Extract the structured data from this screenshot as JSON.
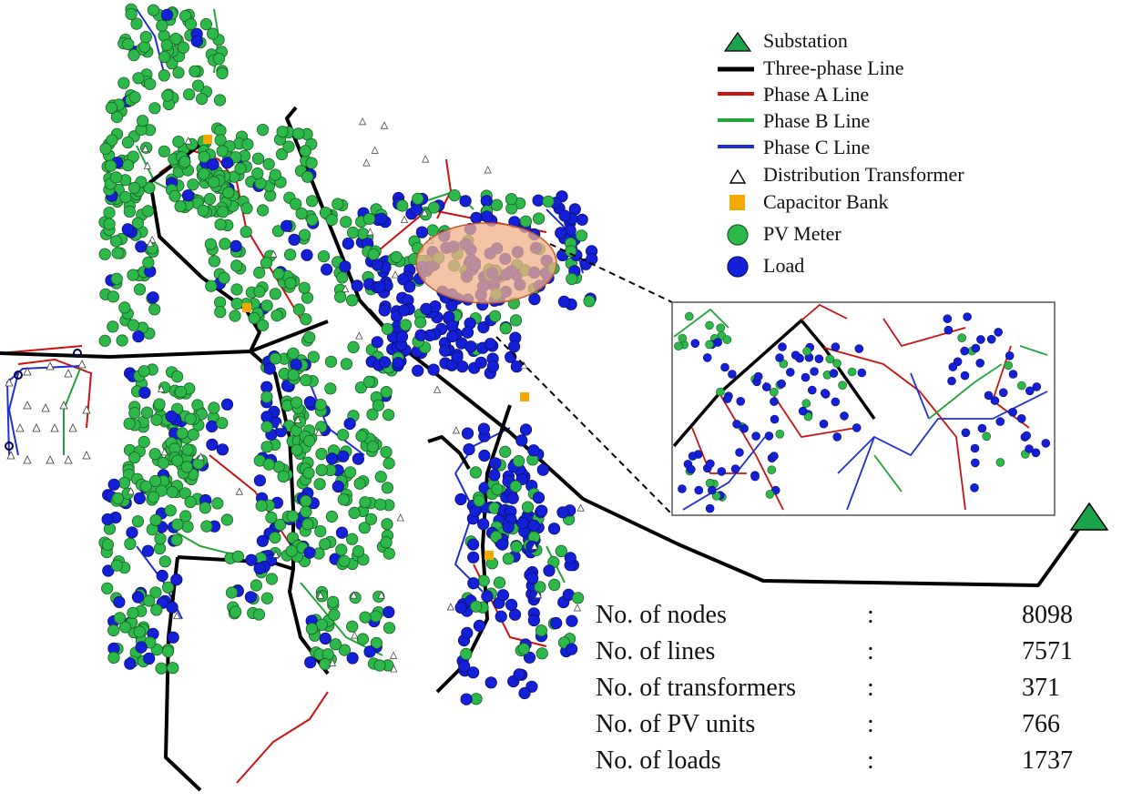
{
  "legend": {
    "items": [
      {
        "label": "Substation",
        "symbol": "substation-icon",
        "color": "#1aa34a"
      },
      {
        "label": "Three-phase Line",
        "symbol": "three-phase-line-icon",
        "color": "#000000"
      },
      {
        "label": "Phase A Line",
        "symbol": "phase-a-line-icon",
        "color": "#cc1111"
      },
      {
        "label": "Phase B Line",
        "symbol": "phase-b-line-icon",
        "color": "#22a43a"
      },
      {
        "label": "Phase C Line",
        "symbol": "phase-c-line-icon",
        "color": "#1f2fd6"
      },
      {
        "label": "Distribution Transformer",
        "symbol": "transformer-icon",
        "color": "#ffffff"
      },
      {
        "label": "Capacitor Bank",
        "symbol": "capacitor-bank-icon",
        "color": "#f5a800"
      },
      {
        "label": "PV Meter",
        "symbol": "pv-meter-icon",
        "color": "#2db84a"
      },
      {
        "label": "Load",
        "symbol": "load-icon",
        "color": "#1420d8"
      }
    ]
  },
  "stats": [
    {
      "label": "No. of nodes",
      "sep": ":",
      "value": "8098"
    },
    {
      "label": "No. of lines",
      "sep": ":",
      "value": "7571"
    },
    {
      "label": "No. of transformers",
      "sep": ":",
      "value": "371"
    },
    {
      "label": "No. of PV units",
      "sep": ":",
      "value": "766"
    },
    {
      "label": "No. of loads",
      "sep": ":",
      "value": "1737"
    }
  ],
  "colors": {
    "three_phase": "#000000",
    "phase_a": "#cc1111",
    "phase_b": "#22a43a",
    "phase_c": "#1f2fd6",
    "pv": "#2db84a",
    "load": "#1420d8",
    "capacitor": "#f5a800",
    "substation": "#1aa34a",
    "highlight": "#f2b08a"
  }
}
